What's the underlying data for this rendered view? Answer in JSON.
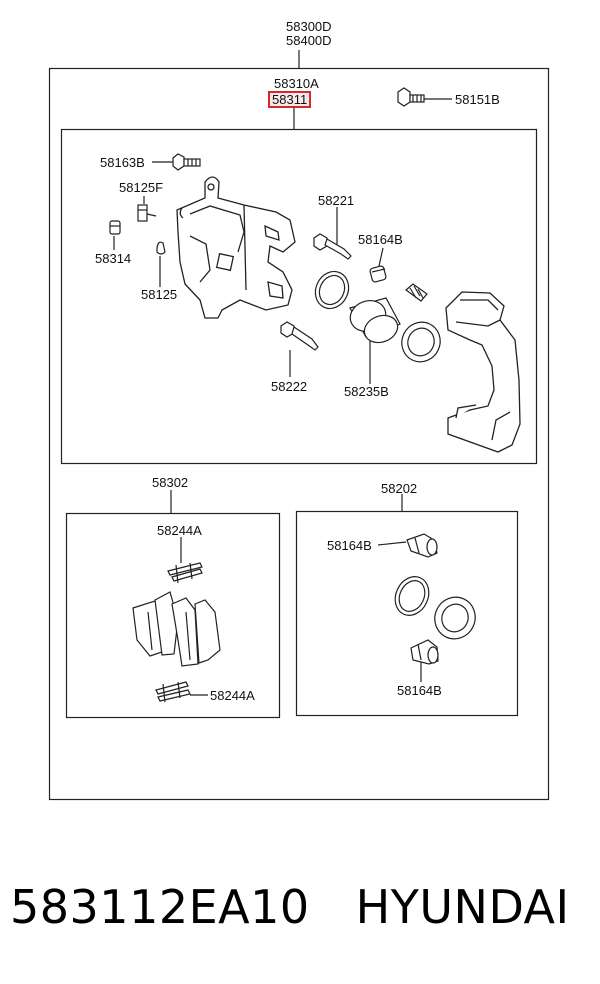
{
  "diagram": {
    "labels": {
      "assembly_top_1": "58300D",
      "assembly_top_2": "58400D",
      "caliper_assy": "58310A",
      "highlighted_part": "58311",
      "bolt_58151b": "58151B",
      "bolt_58163b": "58163B",
      "cap_58125f": "58125F",
      "plug_58314": "58314",
      "bleeder_58125": "58125",
      "pin_58221": "58221",
      "boot_58164b": "58164B",
      "pin_58222": "58222",
      "piston_58235b": "58235B",
      "pad_kit": "58302",
      "clip_top": "58244A",
      "clip_bottom": "58244A",
      "seal_kit": "58202",
      "kit_boot_top": "58164B",
      "kit_boot_bottom": "58164B"
    },
    "highlight_color": "#d42a2a"
  },
  "caption": {
    "part_number": "583112EA10",
    "brand": "HYUNDAI"
  }
}
